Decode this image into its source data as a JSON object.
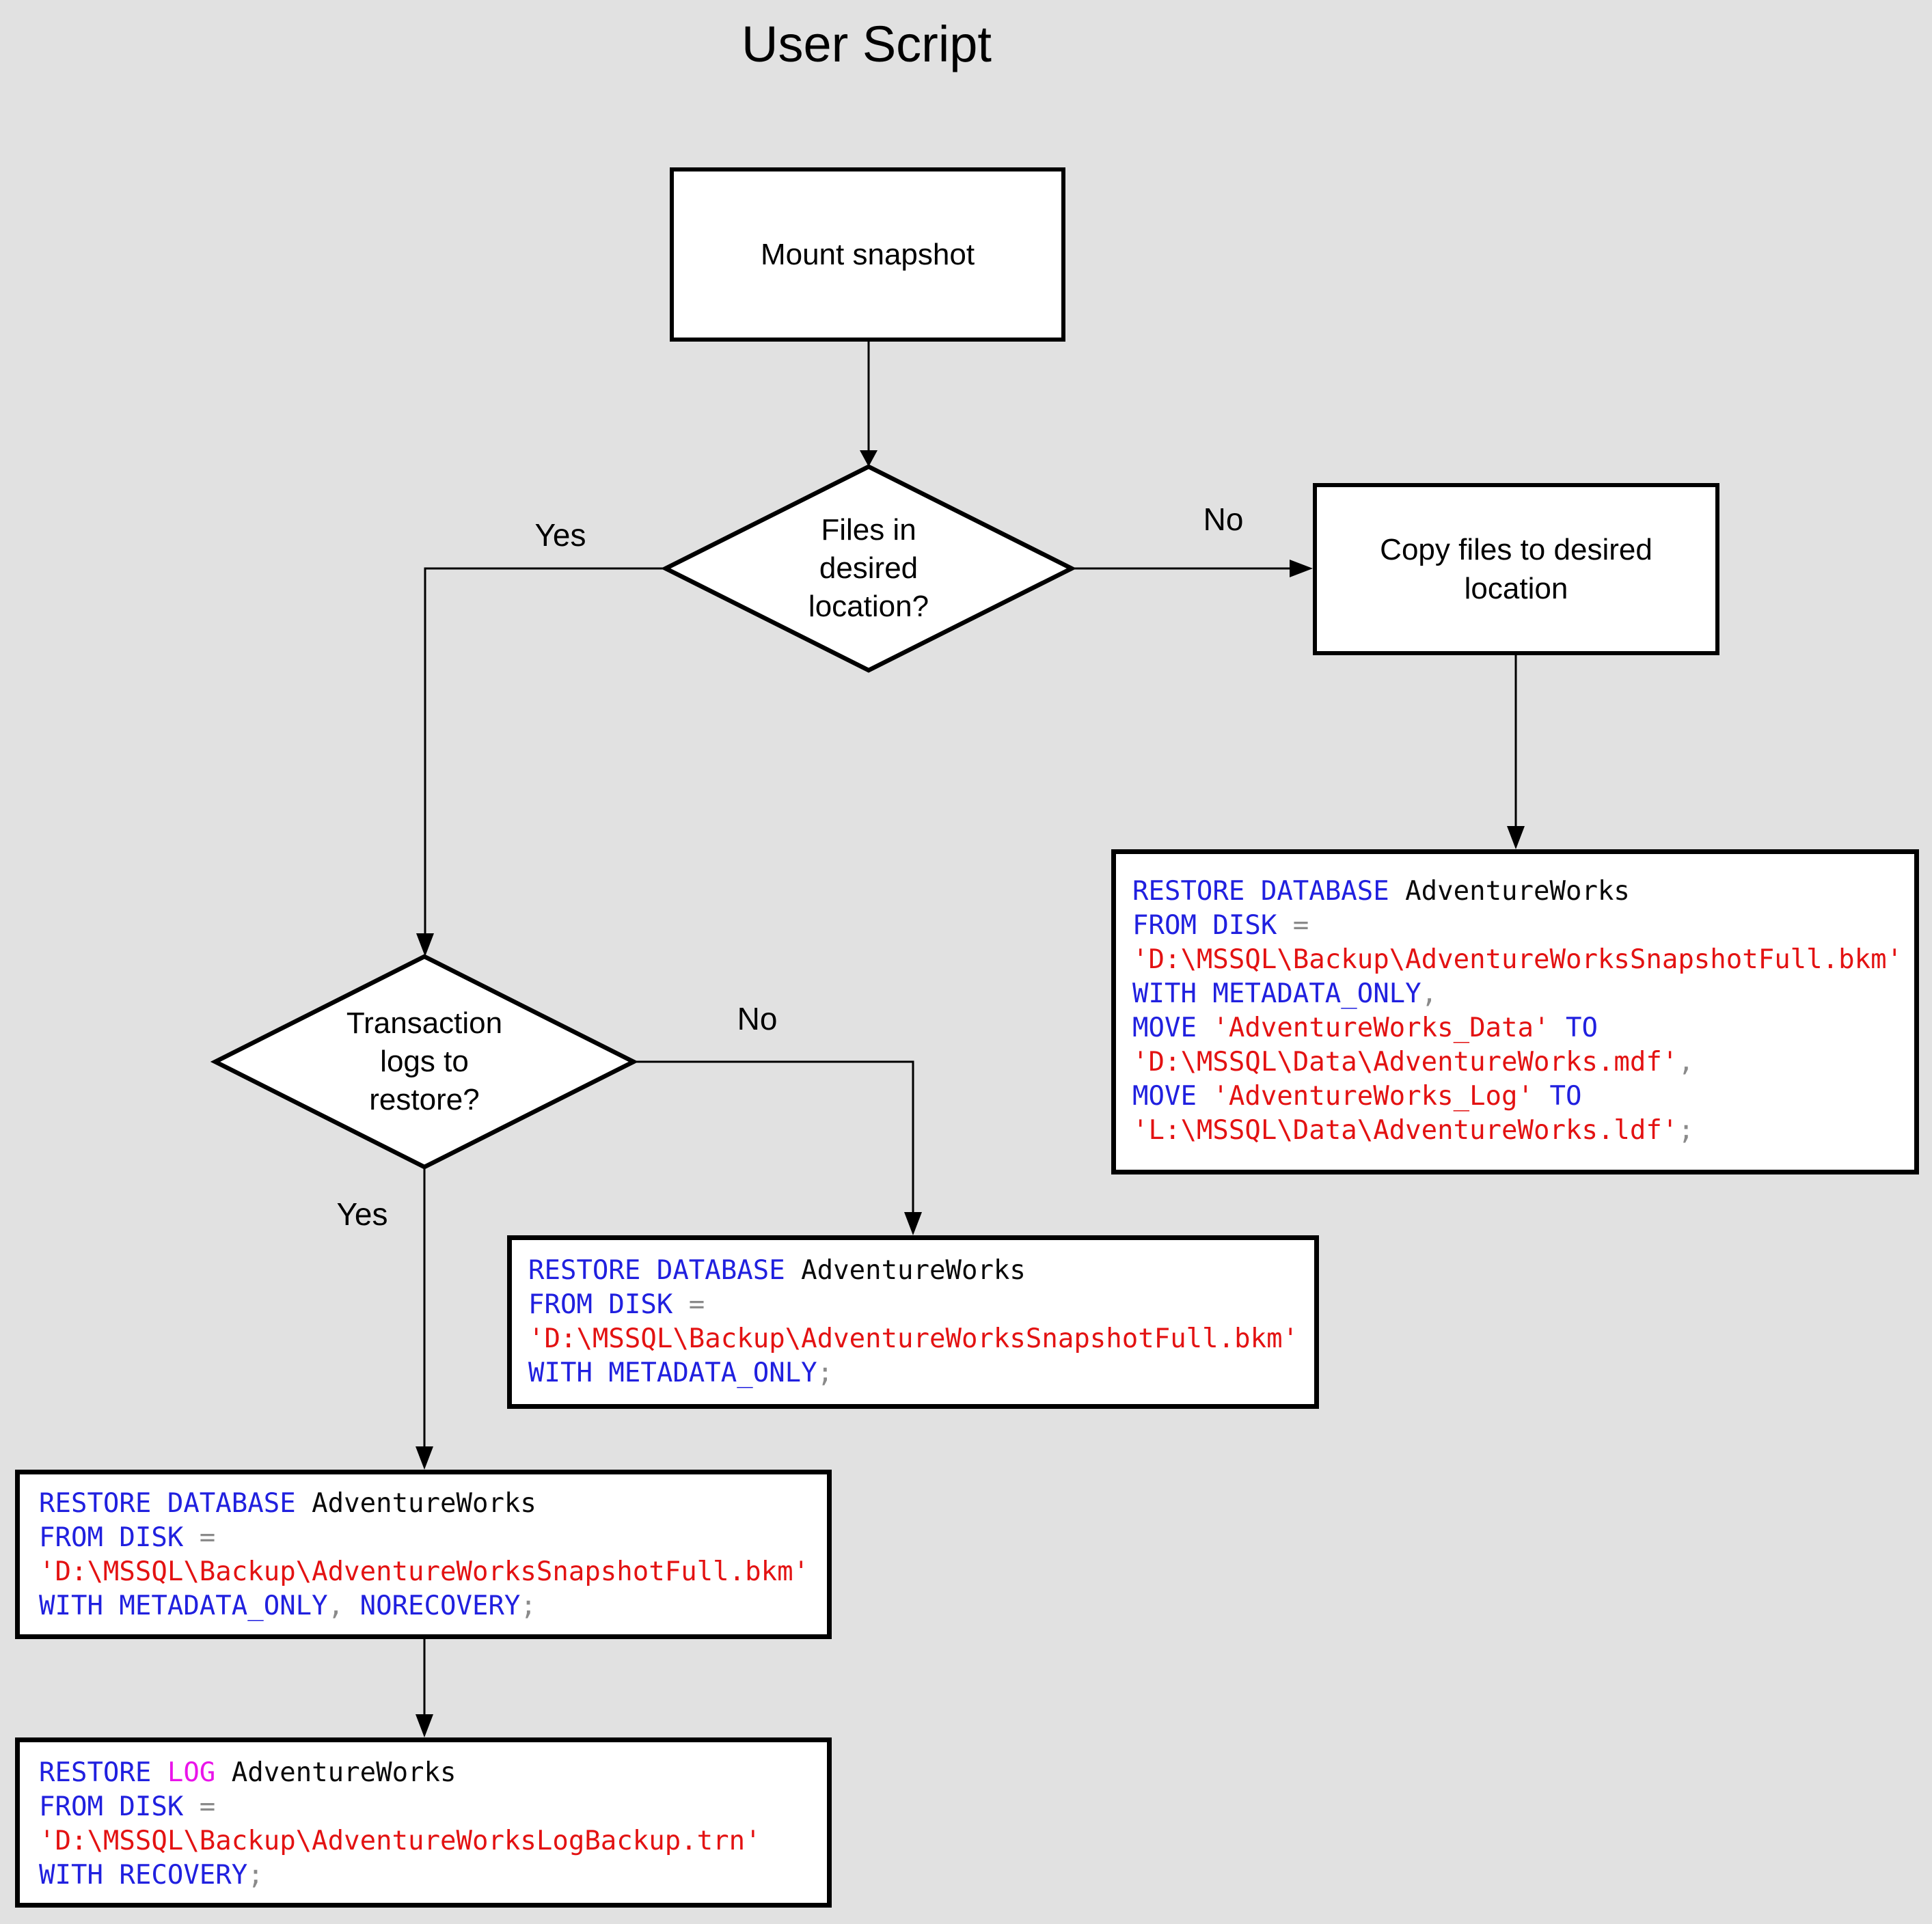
{
  "title": "User Script",
  "colors": {
    "canvas": "#e1e1e1",
    "shape_fill": "#ffffff",
    "shape_stroke": "#000000",
    "keyword": "#2020df",
    "identifier": "#0a0a0a",
    "string": "#e31212",
    "operator": "#8a8a8a",
    "log": "#ea14ea"
  },
  "nodes": {
    "mount": {
      "label": "Mount snapshot"
    },
    "decision_files": {
      "label": "Files in\ndesired\nlocation?"
    },
    "copy": {
      "label": "Copy files to desired\nlocation"
    },
    "decision_logs": {
      "label": "Transaction\nlogs to\nrestore?"
    }
  },
  "edges": {
    "files_yes": "Yes",
    "files_no": "No",
    "logs_yes": "Yes",
    "logs_no": "No"
  },
  "code_boxes": {
    "restore_move": {
      "lines": [
        [
          {
            "t": "RESTORE DATABASE",
            "c": "kw"
          },
          {
            "t": " AdventureWorks",
            "c": "id"
          }
        ],
        [
          {
            "t": "FROM DISK",
            "c": "kw"
          },
          {
            "t": " =",
            "c": "op"
          }
        ],
        [
          {
            "t": "'D:\\MSSQL\\Backup\\AdventureWorksSnapshotFull.bkm'",
            "c": "str"
          }
        ],
        [
          {
            "t": "WITH METADATA_ONLY",
            "c": "kw"
          },
          {
            "t": ",",
            "c": "op"
          }
        ],
        [
          {
            "t": "MOVE",
            "c": "kw"
          },
          {
            "t": " 'AdventureWorks_Data'",
            "c": "str"
          },
          {
            "t": " TO",
            "c": "kw"
          }
        ],
        [
          {
            "t": "'D:\\MSSQL\\Data\\AdventureWorks.mdf'",
            "c": "str"
          },
          {
            "t": ",",
            "c": "op"
          }
        ],
        [
          {
            "t": "MOVE",
            "c": "kw"
          },
          {
            "t": " 'AdventureWorks_Log'",
            "c": "str"
          },
          {
            "t": " TO",
            "c": "kw"
          }
        ],
        [
          {
            "t": "'L:\\MSSQL\\Data\\AdventureWorks.ldf'",
            "c": "str"
          },
          {
            "t": ";",
            "c": "op"
          }
        ]
      ]
    },
    "restore_meta": {
      "lines": [
        [
          {
            "t": "RESTORE DATABASE",
            "c": "kw"
          },
          {
            "t": " AdventureWorks",
            "c": "id"
          }
        ],
        [
          {
            "t": "FROM DISK",
            "c": "kw"
          },
          {
            "t": " =",
            "c": "op"
          }
        ],
        [
          {
            "t": "'D:\\MSSQL\\Backup\\AdventureWorksSnapshotFull.bkm'",
            "c": "str"
          }
        ],
        [
          {
            "t": "WITH METADATA_ONLY",
            "c": "kw"
          },
          {
            "t": ";",
            "c": "op"
          }
        ]
      ]
    },
    "restore_norecovery": {
      "lines": [
        [
          {
            "t": "RESTORE DATABASE",
            "c": "kw"
          },
          {
            "t": " AdventureWorks",
            "c": "id"
          }
        ],
        [
          {
            "t": "FROM DISK",
            "c": "kw"
          },
          {
            "t": " =",
            "c": "op"
          }
        ],
        [
          {
            "t": "'D:\\MSSQL\\Backup\\AdventureWorksSnapshotFull.bkm'",
            "c": "str"
          }
        ],
        [
          {
            "t": "WITH METADATA_ONLY",
            "c": "kw"
          },
          {
            "t": ",",
            "c": "op"
          },
          {
            "t": " NORECOVERY",
            "c": "kw"
          },
          {
            "t": ";",
            "c": "op"
          }
        ]
      ]
    },
    "restore_log": {
      "lines": [
        [
          {
            "t": "RESTORE ",
            "c": "kw"
          },
          {
            "t": "LOG",
            "c": "log"
          },
          {
            "t": " AdventureWorks",
            "c": "id"
          }
        ],
        [
          {
            "t": "FROM DISK",
            "c": "kw"
          },
          {
            "t": " =",
            "c": "op"
          }
        ],
        [
          {
            "t": "'D:\\MSSQL\\Backup\\AdventureWorksLogBackup.trn'",
            "c": "str"
          }
        ],
        [
          {
            "t": "WITH RECOVERY",
            "c": "kw"
          },
          {
            "t": ";",
            "c": "op"
          }
        ]
      ]
    }
  }
}
